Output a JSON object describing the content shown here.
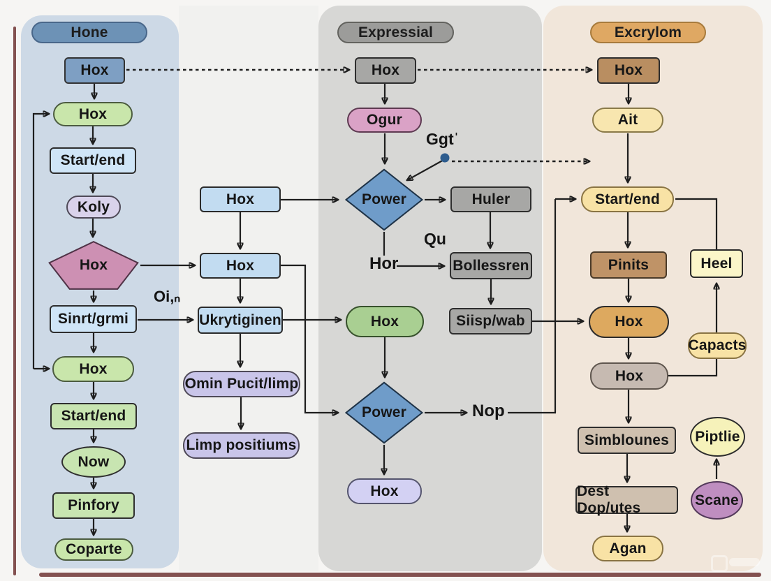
{
  "lanes": {
    "hone": {
      "label": "Hone"
    },
    "expressial": {
      "label": "Expressial"
    },
    "excrylom": {
      "label": "Excrylom"
    }
  },
  "nodes": {
    "l_hox_top": {
      "label": "Hox"
    },
    "l_hox_green1": {
      "label": "Hox"
    },
    "l_startend1": {
      "label": "Start/end"
    },
    "l_koly": {
      "label": "Koly"
    },
    "l_hox_diamond": {
      "label": "Hox"
    },
    "l_sinrt_grmi": {
      "label": "Sinrt/grmi"
    },
    "l_hox_green2": {
      "label": "Hox"
    },
    "l_startend2": {
      "label": "Start/end"
    },
    "l_now": {
      "label": "Now"
    },
    "l_pinfory": {
      "label": "Pinfory"
    },
    "l_coparte": {
      "label": "Coparte"
    },
    "c_hox1": {
      "label": "Hox"
    },
    "c_hox2": {
      "label": "Hox"
    },
    "c_ukrytiginen": {
      "label": "Ukrytiginen"
    },
    "c_omin": {
      "label": "Omin Pucit/limp"
    },
    "c_limp": {
      "label": "Limp positiums"
    },
    "m_hox": {
      "label": "Hox"
    },
    "m_ogur": {
      "label": "Ogur"
    },
    "m_power1": {
      "label": "Power"
    },
    "m_huler": {
      "label": "Huler"
    },
    "m_bollessren": {
      "label": "Bollessren"
    },
    "m_siisp_wab": {
      "label": "Siisp/wab"
    },
    "m_hox_green": {
      "label": "Hox"
    },
    "m_power2": {
      "label": "Power"
    },
    "m_hox_lav": {
      "label": "Hox"
    },
    "r_hox": {
      "label": "Hox"
    },
    "r_ait": {
      "label": "Ait"
    },
    "r_startend": {
      "label": "Start/end"
    },
    "r_pinits": {
      "label": "Pinits"
    },
    "r_hox_orange": {
      "label": "Hox"
    },
    "r_heel": {
      "label": "Heel"
    },
    "r_capacts": {
      "label": "Capacts"
    },
    "r_hox_gray": {
      "label": "Hox"
    },
    "r_simblounes": {
      "label": "Simblounes"
    },
    "r_piptlie": {
      "label": "Piptlie"
    },
    "r_dest": {
      "label": "Dest Dop/utes"
    },
    "r_scane": {
      "label": "Scane"
    },
    "r_agan": {
      "label": "Agan"
    }
  },
  "edge_labels": {
    "ggt": "Ggtˈ",
    "qu": "Qu",
    "hor": "Hor",
    "nop": "Nop",
    "oin": "Oi,ₙ"
  },
  "colors": {
    "lane_hone_bg": "#cdd9e6",
    "lane_expressial_bg": "#d7d7d5",
    "lane_excrylom_bg": "#f1e6da",
    "hone_header": "#6d92b6",
    "expressial_header": "#9c9c9a",
    "excrylom_header": "#dfa863",
    "decision_blue": "#6f9cc9",
    "pink_diamond": "#cd90b3",
    "green_node": "#c9e6ab",
    "lavender_node": "#d9d2eb",
    "gray_node": "#a7a7a5",
    "orange_node": "#dda95f",
    "yellow_node": "#f8e2a5",
    "connector": "#1e1e1e",
    "ggt_dot": "#2d5c8e"
  }
}
